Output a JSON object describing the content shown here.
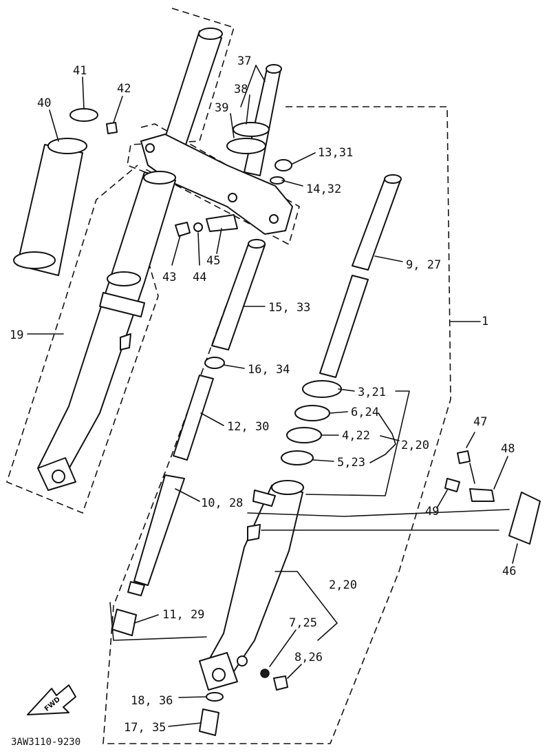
{
  "labels": {
    "p1": "1",
    "p2_20_top": "2,20",
    "p2_20_bottom": "2,20",
    "p3_21": "3,21",
    "p4_22": "4,22",
    "p5_23": "5,23",
    "p6_24": "6,24",
    "p7_25": "7,25",
    "p8_26": "8,26",
    "p9_27": "9, 27",
    "p10_28": "10, 28",
    "p11_29": "11, 29",
    "p12_30": "12, 30",
    "p13_31": "13,31",
    "p14_32": "14,32",
    "p15_33": "15, 33",
    "p16_34": "16, 34",
    "p17_35": "17, 35",
    "p18_36": "18, 36",
    "p19": "19",
    "p37": "37",
    "p38": "38",
    "p39": "39",
    "p40": "40",
    "p41": "41",
    "p42": "42",
    "p43": "43",
    "p44": "44",
    "p45": "45",
    "p46": "46",
    "p47": "47",
    "p48": "48",
    "p49": "49"
  },
  "drawing_code": "3AW3110-9230",
  "fwd_marker": "FWD",
  "colors": {
    "ink": "#111111",
    "paper": "#ffffff"
  }
}
